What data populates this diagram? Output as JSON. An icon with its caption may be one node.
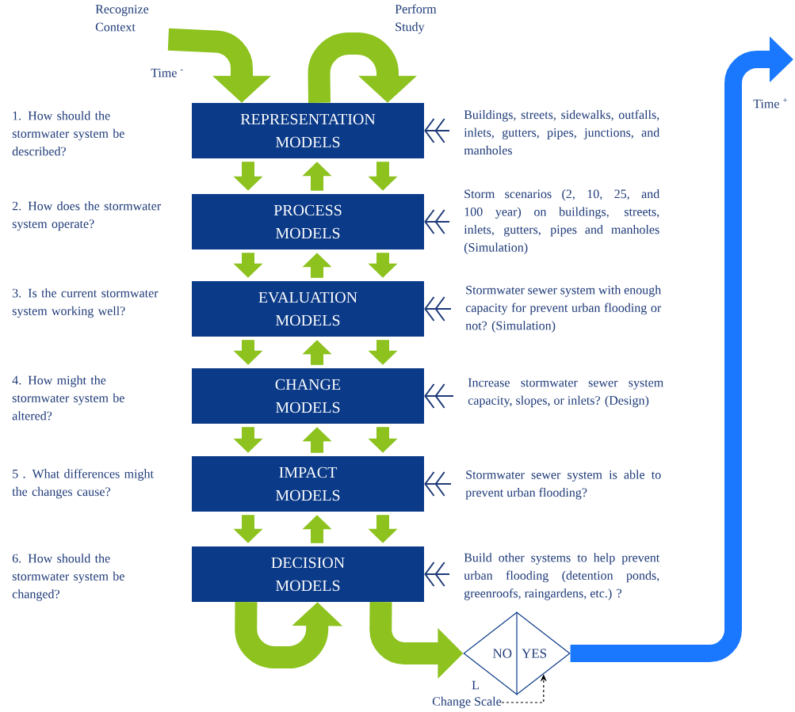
{
  "diagram": {
    "nodes": [
      {
        "text": [
          "Recognize Context"
        ]
      },
      {
        "text": [
          "REPRESENTATION MODELS"
        ]
      },
      {
        "text": [
          "Buildings, streets, sidewalks, outfalls, inlets, gutters, pipes, junctions, and manholes"
        ]
      },
      {
        "text": [
          "PROCESS MODELS"
        ]
      },
      {
        "text": [
          "Storm scenarios (2, 10, 25, and 100 year) on buildings, streets, inlets, gutters, pipes and manholes (Simulation)"
        ]
      },
      {
        "text": [
          "EVALUATION MODELS"
        ]
      },
      {
        "text": [
          "Stormwater sewer system with enough capacity for prevent urban flooding or not? (Simulation)"
        ]
      },
      {
        "text": [
          "CHANGE MODELS"
        ]
      },
      {
        "text": [
          "Increase stormwater sewer system capacity, slopes, or inlets? (Design)"
        ]
      },
      {
        "text": [
          "IMPACT MODELS"
        ]
      },
      {
        "text": [
          "Stormwater sewer system is able to prevent urban flooding?"
        ]
      },
      {
        "text": [
          "DECISION MODELS"
        ]
      },
      {
        "text": [
          "Build other systems to help prevent urban flooding (detention ponds, greenroofs, raingardens, etc.) ?"
        ]
      },
      {
        "text": [
          "NO",
          "YES"
        ]
      },
      {
        "text": [
          "Change Scale"
        ]
      }
    ],
    "edges": [
      {
        "from": 0,
        "to": 1,
        "arrow": "to"
      },
      {
        "from": 1,
        "to": 1,
        "arrow": "to",
        "label": "Perform Study"
      },
      {
        "from": 1,
        "to": 3,
        "arrow": "to"
      },
      {
        "from": 3,
        "to": 1,
        "arrow": "to"
      },
      {
        "from": 1,
        "to": 3,
        "arrow": "to"
      },
      {
        "from": 3,
        "to": 5,
        "arrow": "to"
      },
      {
        "from": 5,
        "to": 3,
        "arrow": "to"
      },
      {
        "from": 3,
        "to": 5,
        "arrow": "to"
      },
      {
        "from": 5,
        "to": 7,
        "arrow": "to"
      },
      {
        "from": 7,
        "to": 5,
        "arrow": "to"
      },
      {
        "from": 5,
        "to": 7,
        "arrow": "to"
      },
      {
        "from": 7,
        "to": 9,
        "arrow": "to"
      },
      {
        "from": 9,
        "to": 7,
        "arrow": "to"
      },
      {
        "from": 7,
        "to": 9,
        "arrow": "to"
      },
      {
        "from": 9,
        "to": 11,
        "arrow": "to"
      },
      {
        "from": 11,
        "to": 9,
        "arrow": "to"
      },
      {
        "from": 9,
        "to": 11,
        "arrow": "to"
      },
      {
        "from": 2,
        "to": 1,
        "arrow": "to",
        "color": "#1e3a78"
      },
      {
        "from": 4,
        "to": 3,
        "arrow": "to",
        "color": "#1e3a78"
      },
      {
        "from": 6,
        "to": 5,
        "arrow": "to",
        "color": "#1e3a78"
      },
      {
        "from": 8,
        "to": 7,
        "arrow": "to",
        "color": "#1e3a78"
      },
      {
        "from": 10,
        "to": 9,
        "arrow": "to",
        "color": "#1e3a78"
      },
      {
        "from": 12,
        "to": 11,
        "arrow": "to",
        "color": "#1e3a78"
      },
      {
        "from": 11,
        "to": 11,
        "arrow": "to"
      },
      {
        "from": 11,
        "to": 13,
        "arrow": "to"
      },
      {
        "from": 13,
        "to": null,
        "arrow": "to",
        "color": "#1a78ff"
      },
      {
        "from": 14,
        "to": 13,
        "arrow": "to",
        "style": "dashed",
        "color": "#000000"
      }
    ],
    "labels": [
      "Time $^{-}$",
      "Time $^{+}$",
      "1. How should the stormwater system be described?",
      "2. How does the stormwater system operate?",
      "3. Is the current stormwater system working well?",
      "4. How might the stormwater system be altered?",
      "5 . What differences might the changes cause?",
      "6. How should the stormwater system be changed?",
      "L"
    ]
  }
}
